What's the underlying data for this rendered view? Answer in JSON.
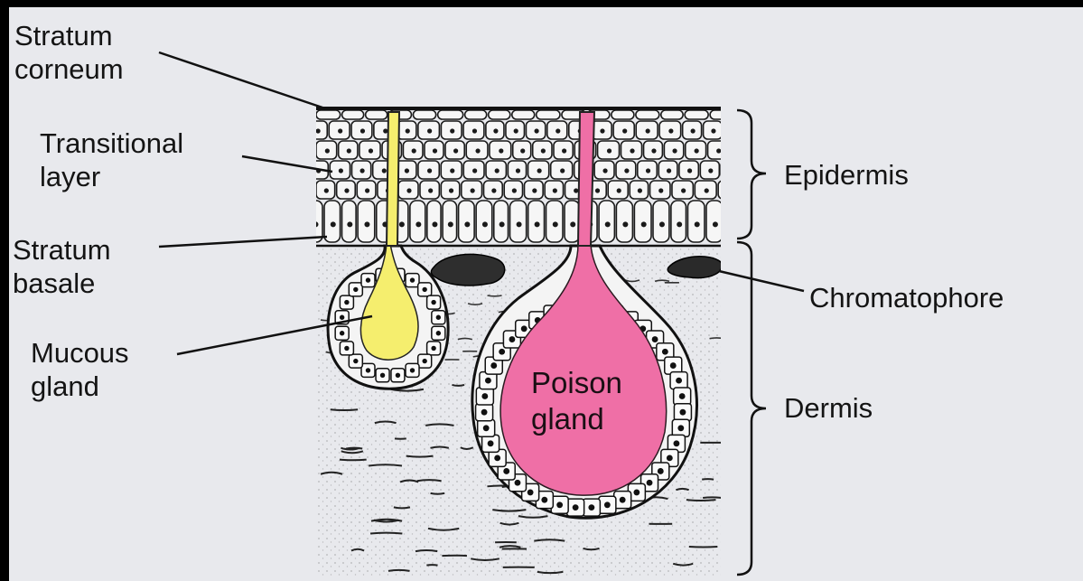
{
  "colors": {
    "background": "#e8e9ed",
    "frame": "#000000",
    "mucous_gland_fill": "#f5ee6e",
    "poison_gland_fill": "#ef6fa6",
    "ink": "#141414"
  },
  "labels": {
    "stratum_corneum": [
      "Stratum",
      "corneum"
    ],
    "transitional_layer": [
      "Transitional",
      "layer"
    ],
    "stratum_basale": [
      "Stratum",
      "basale"
    ],
    "mucous_gland": [
      "Mucous",
      "gland"
    ],
    "epidermis": "Epidermis",
    "chromatophore": "Chromatophore",
    "dermis": "Dermis",
    "poison_gland": [
      "Poison",
      "gland"
    ]
  }
}
